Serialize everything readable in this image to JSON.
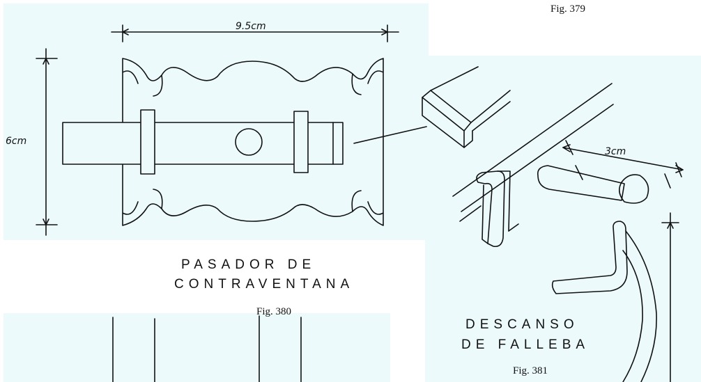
{
  "figures": {
    "fig_379": {
      "number": "Fig. 379"
    },
    "fig_380": {
      "number": "Fig. 380",
      "title_line1": "PASADOR DE",
      "title_line2": "CONTRAVENTANA",
      "dim_width": "9.5cm",
      "dim_height": "6cm"
    },
    "fig_381": {
      "number": "Fig. 381",
      "title_line1": "DESCANSO",
      "title_line2": "DE FALLEBA",
      "dim_length": "3cm"
    }
  }
}
